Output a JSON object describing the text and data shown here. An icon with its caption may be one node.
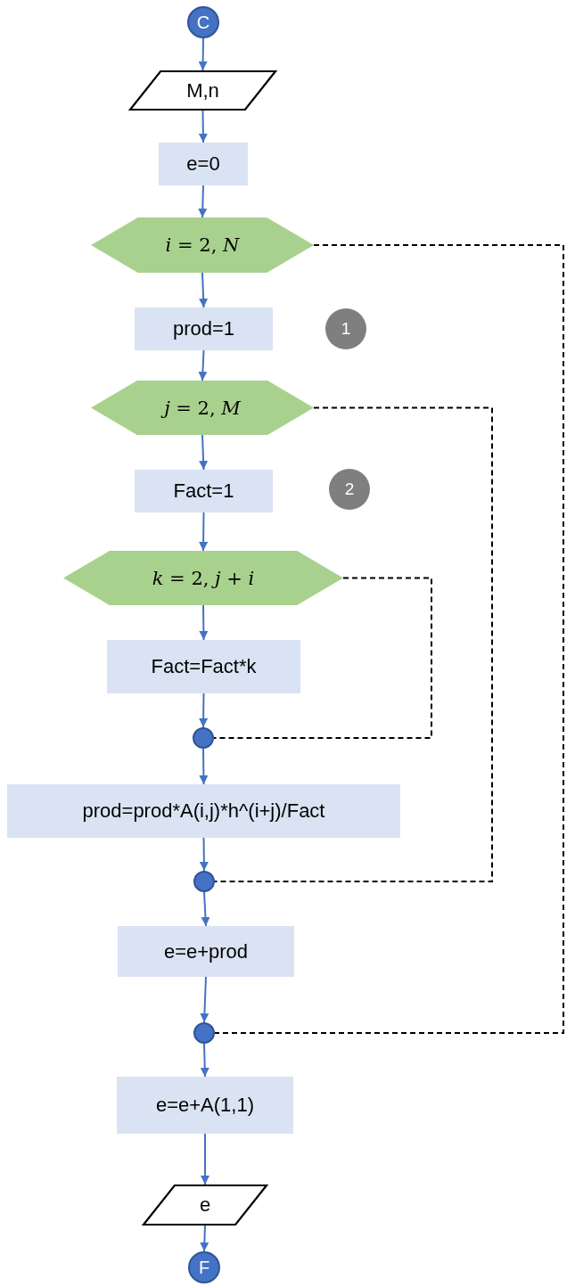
{
  "diagram": {
    "nodes": [
      {
        "text": [
          "C"
        ]
      },
      {
        "text": [
          "M,n"
        ]
      },
      {
        "text": [
          "e=0"
        ]
      },
      {
        "text": [
          "*i* = 2, *N*"
        ]
      },
      {
        "text": [
          "prod=1"
        ]
      },
      {
        "text": [
          "1"
        ]
      },
      {
        "text": [
          "*j* = 2, *M*"
        ]
      },
      {
        "text": [
          "Fact=1"
        ]
      },
      {
        "text": [
          "2"
        ]
      },
      {
        "text": [
          "*k* = 2, *j* + *i*"
        ]
      },
      {
        "text": [
          "Fact=Fact*k"
        ]
      },
      {
        "text": [],
        "shape": "circle"
      },
      {
        "text": [
          "prod=prod*A(i,j)*h^(i+j)/Fact"
        ]
      },
      {
        "text": [],
        "shape": "circle"
      },
      {
        "text": [
          "e=e+prod"
        ]
      },
      {
        "text": [],
        "shape": "circle"
      },
      {
        "text": [
          "e=e+A(1,1)"
        ]
      },
      {
        "text": [
          "e"
        ]
      },
      {
        "text": [
          "F"
        ]
      }
    ],
    "edges": [
      {
        "from": 0,
        "to": 1,
        "arrow": "to"
      },
      {
        "from": 1,
        "to": 2,
        "arrow": "to"
      },
      {
        "from": 2,
        "to": 3,
        "arrow": "to"
      },
      {
        "from": 3,
        "to": 4,
        "arrow": "to"
      },
      {
        "from": 4,
        "to": 6,
        "arrow": "to"
      },
      {
        "from": 6,
        "to": 7,
        "arrow": "to"
      },
      {
        "from": 7,
        "to": 9,
        "arrow": "to"
      },
      {
        "from": 9,
        "to": 10,
        "arrow": "to"
      },
      {
        "from": 10,
        "to": 11,
        "arrow": "to"
      },
      {
        "from": 11,
        "to": 12,
        "arrow": "to"
      },
      {
        "from": 12,
        "to": 13,
        "arrow": "to"
      },
      {
        "from": 13,
        "to": 14,
        "arrow": "to"
      },
      {
        "from": 14,
        "to": 15,
        "arrow": "to"
      },
      {
        "from": 15,
        "to": 16,
        "arrow": "to"
      },
      {
        "from": 16,
        "to": 17,
        "arrow": "to"
      },
      {
        "from": 17,
        "to": 18,
        "arrow": "to"
      },
      {
        "from": 9,
        "to": 11,
        "arrow": "none",
        "style": "dashed",
        "color": "#000000"
      },
      {
        "from": 6,
        "to": 13,
        "arrow": "none",
        "style": "dashed",
        "color": "#000000"
      },
      {
        "from": 3,
        "to": 15,
        "arrow": "none",
        "style": "dashed",
        "color": "#000000"
      }
    ]
  }
}
